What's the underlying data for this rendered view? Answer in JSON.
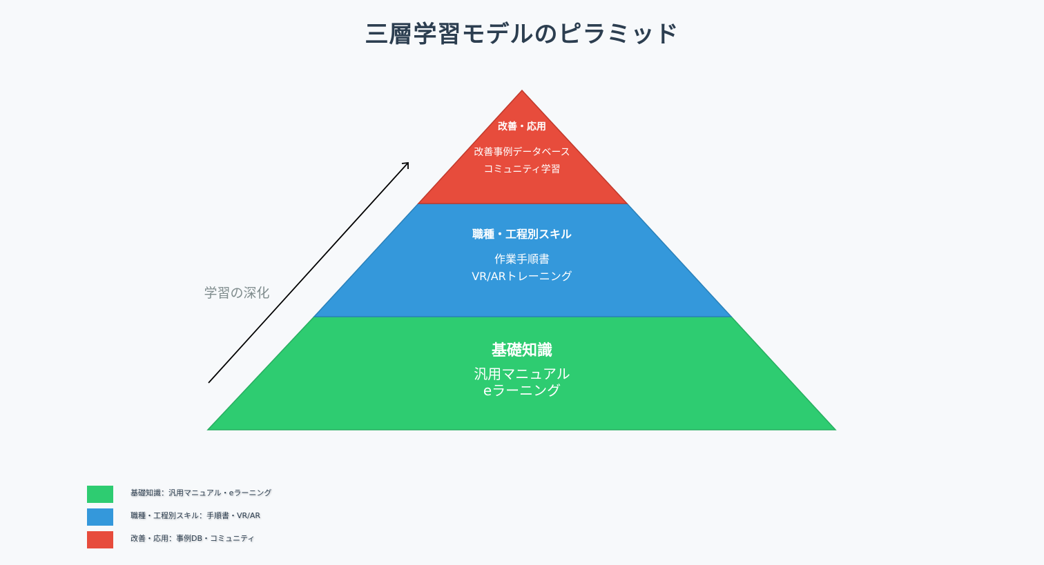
{
  "title": "三層学習モデルのピラミッド",
  "arrow_label": "学習の深化",
  "layers": {
    "top": {
      "title": "改善・応用",
      "line1": "改善事例データベース",
      "line2": "コミュニティ学習",
      "color": "#e74c3c"
    },
    "middle": {
      "title": "職種・工程別スキル",
      "line1": "作業手順書",
      "line2": "VR/ARトレーニング",
      "color": "#3498db"
    },
    "bottom": {
      "title": "基礎知識",
      "line1": "汎用マニュアル",
      "line2": "eラーニング",
      "color": "#2ecc71"
    }
  },
  "legend": [
    {
      "label": "基礎知識：汎用マニュアル・eラーニング",
      "color": "#2ecc71"
    },
    {
      "label": "職種・工程別スキル：手順書・VR/AR",
      "color": "#3498db"
    },
    {
      "label": "改善・応用：事例DB・コミュニティ",
      "color": "#e74c3c"
    }
  ]
}
